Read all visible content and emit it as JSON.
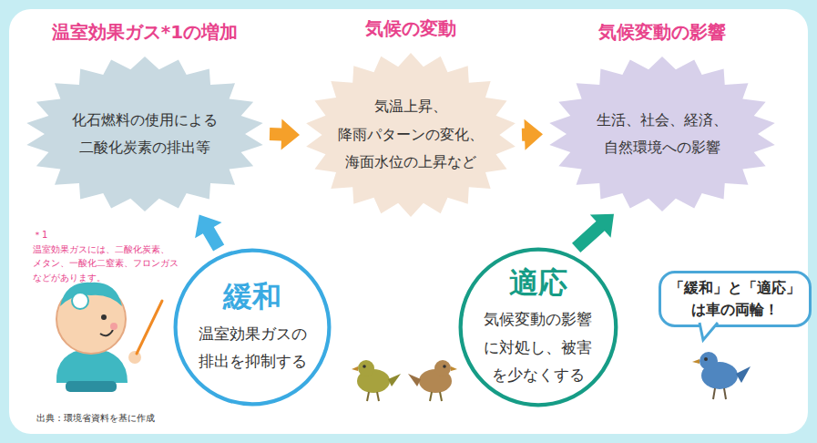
{
  "diagram": {
    "nodes": [
      {
        "text": [
          "温室効果ガス*1の増加",
          "化石燃料の使用による 二酸化炭素の排出等"
        ]
      },
      {
        "text": [
          "気候の変動",
          "気温上昇、 降雨パターンの変化、 海面水位の上昇など"
        ]
      },
      {
        "text": [
          "気候変動の影響",
          "生活、社会、経済、 自然環境への影響"
        ]
      },
      {
        "text": [
          "緩和",
          "温室効果ガスの 排出を抑制する"
        ]
      },
      {
        "text": [
          "適応",
          "気候変動の影響 に対処し、被害 を少なくする"
        ]
      },
      {
        "text": [
          "「緩和」と「適応」 は車の両輪！"
        ]
      }
    ],
    "edges": [
      {
        "from": 0,
        "to": 1,
        "arrow": "to"
      },
      {
        "from": 1,
        "to": 2,
        "arrow": "to"
      },
      {
        "from": 3,
        "to": 0,
        "arrow": "to"
      },
      {
        "from": 4,
        "to": 2,
        "arrow": "to"
      }
    ],
    "labels": [
      "＊1 温室効果ガスには、二酸化炭素、 メタン、一酸化二窒素、フロンガス などがあります。",
      "出典：環境省資料を基に作成"
    ]
  }
}
